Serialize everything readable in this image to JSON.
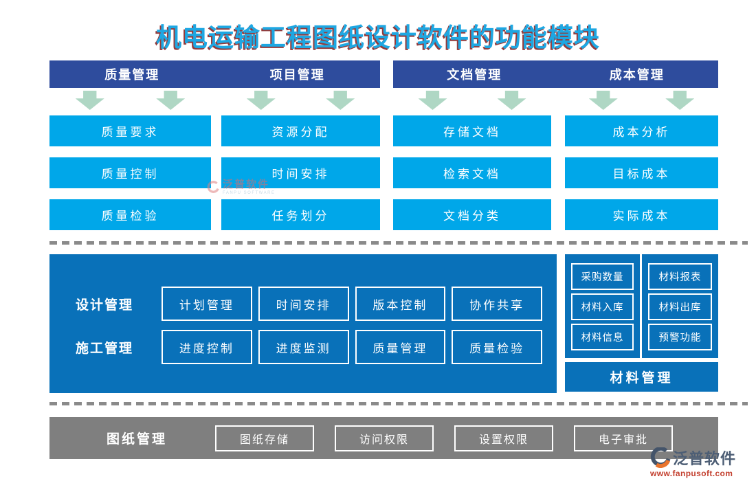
{
  "title": "机电运输工程图纸设计软件的功能模块",
  "top_section": {
    "columns": [
      {
        "header": "质量管理",
        "items": [
          "质量要求",
          "质量控制",
          "质量检验"
        ]
      },
      {
        "header": "项目管理",
        "items": [
          "资源分配",
          "时间安排",
          "任务划分"
        ]
      },
      {
        "header": "文档管理",
        "items": [
          "存储文档",
          "检索文档",
          "文档分类"
        ]
      },
      {
        "header": "成本管理",
        "items": [
          "成本分析",
          "目标成本",
          "实际成本"
        ]
      }
    ]
  },
  "middle_section": {
    "rows": [
      {
        "label": "设计管理",
        "items": [
          "计划管理",
          "时间安排",
          "版本控制",
          "协作共享"
        ]
      },
      {
        "label": "施工管理",
        "items": [
          "进度控制",
          "进度监测",
          "质量管理",
          "质量检验"
        ]
      }
    ],
    "material": {
      "columns": [
        {
          "items": [
            "采购数量",
            "材料入库",
            "材料信息"
          ]
        },
        {
          "items": [
            "材料报表",
            "材料出库",
            "预警功能"
          ]
        }
      ],
      "footer": "材料管理"
    }
  },
  "bottom_section": {
    "label": "图纸管理",
    "items": [
      "图纸存储",
      "访问权限",
      "设置权限",
      "电子审批"
    ]
  },
  "branding": {
    "logo_text": "泛普软件",
    "website": "www.fanpusoft.com"
  },
  "watermark": {
    "text": "泛普软件",
    "subtext": "FANPU SOFTWARE"
  },
  "colors": {
    "header_blue": "#2E4C9D",
    "box_cyan": "#00A7E9",
    "panel_blue": "#0971B9",
    "arrow_green": "#AFD7C4",
    "bar_gray": "#7F7F7F",
    "title_cyan": "#1EA7E2",
    "title_shadow_red": "#943A3A"
  }
}
